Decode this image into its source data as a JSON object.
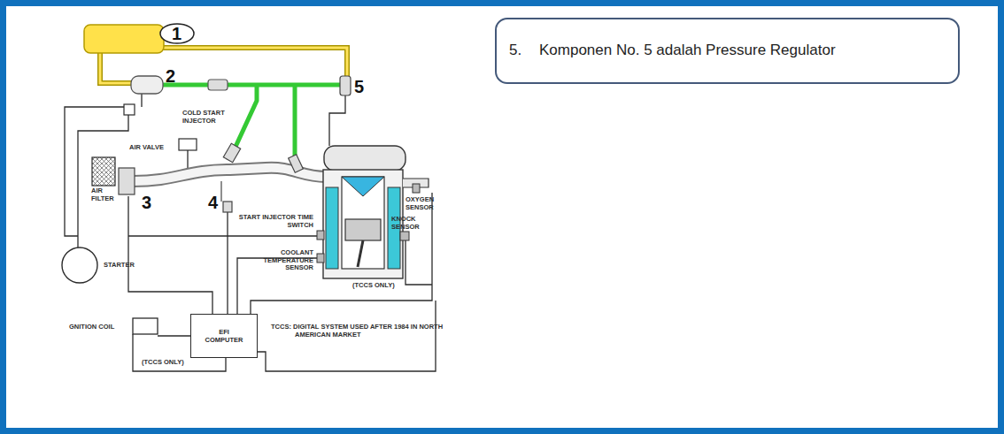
{
  "diagram": {
    "nodes": [
      {
        "text": [
          "5.",
          "Komponen No. 5 adalah Pressure Regulator"
        ]
      },
      {
        "text": [
          "EFI COMPUTER"
        ]
      }
    ],
    "labels": [
      "1",
      "2",
      "5",
      "COLD START INJECTOR",
      "AIR VALVE",
      "AIR FILTER",
      "3",
      "4",
      "START INJECTOR TIME SWITCH",
      "OXYGEN SENSOR",
      "KNOCK SENSOR",
      "COOLANT TEMPERATURE SENSOR",
      "(TCCS ONLY)",
      "STARTER",
      "GNITION COIL",
      "TCCS: DIGITAL SYSTEM USED AFTER 1984 IN NORTH AMERICAN MARKET",
      "(TCCS ONLY)"
    ]
  }
}
